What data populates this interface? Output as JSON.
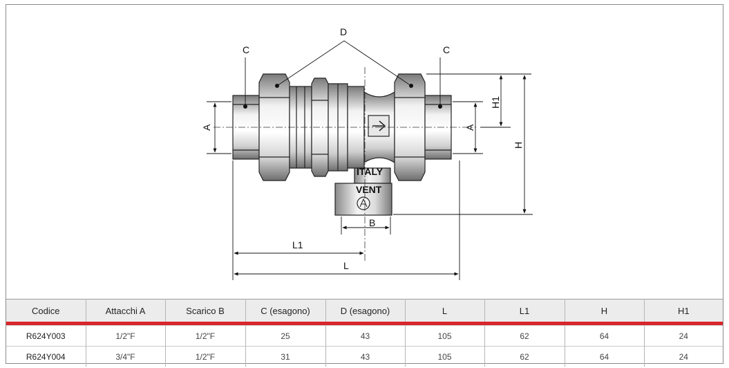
{
  "drawing": {
    "labels": {
      "D": "D",
      "C_left": "C",
      "C_right": "C",
      "A_left": "A",
      "A_right": "A",
      "H1": "H1",
      "H": "H",
      "B": "B",
      "L1": "L1",
      "L": "L",
      "italy": "ITALY",
      "vent": "VENT"
    }
  },
  "table": {
    "headers": [
      "Codice",
      "Attacchi A",
      "Scarico B",
      "C (esagono)",
      "D (esagono)",
      "L",
      "L1",
      "H",
      "H1"
    ],
    "rows": [
      [
        "R624Y003",
        "1/2\"F",
        "1/2\"F",
        "25",
        "43",
        "105",
        "62",
        "64",
        "24"
      ],
      [
        "R624Y004",
        "3/4\"F",
        "1/2\"F",
        "31",
        "43",
        "105",
        "62",
        "64",
        "24"
      ]
    ]
  },
  "colors": {
    "accent_bar": "#d8262b",
    "header_bg": "#ececec"
  }
}
